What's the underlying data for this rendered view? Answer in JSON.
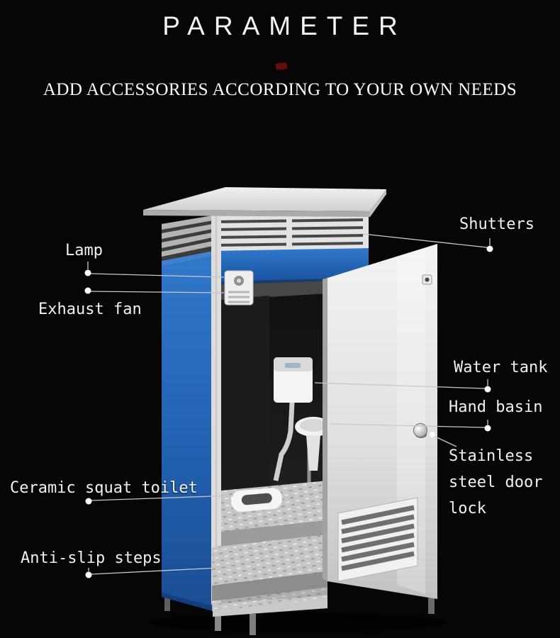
{
  "page": {
    "title": "PARAMETER",
    "subtitle": "ADD ACCESSORIES ACCORDING TO YOUR OWN NEEDS",
    "background_color": "#060606",
    "text_color": "#ffffff",
    "accent_color": "#6e0d0d"
  },
  "illustration": {
    "name": "portable-toilet-cabin",
    "panel_color": "#2568b8",
    "door_color": "#e3e3e3",
    "roof_color": "#e0e0e0"
  },
  "callouts": [
    {
      "id": "shutters",
      "text": "Shutters"
    },
    {
      "id": "lamp",
      "text": "Lamp"
    },
    {
      "id": "exhaust-fan",
      "text": "Exhaust fan"
    },
    {
      "id": "water-tank",
      "text": "Water tank"
    },
    {
      "id": "hand-basin",
      "text": "Hand basin"
    },
    {
      "id": "door-lock",
      "text": "Stainless\nsteel door\nlock"
    },
    {
      "id": "ceramic-squat-toilet",
      "text": "Ceramic squat toilet"
    },
    {
      "id": "anti-slip-steps",
      "text": "Anti-slip steps"
    }
  ]
}
